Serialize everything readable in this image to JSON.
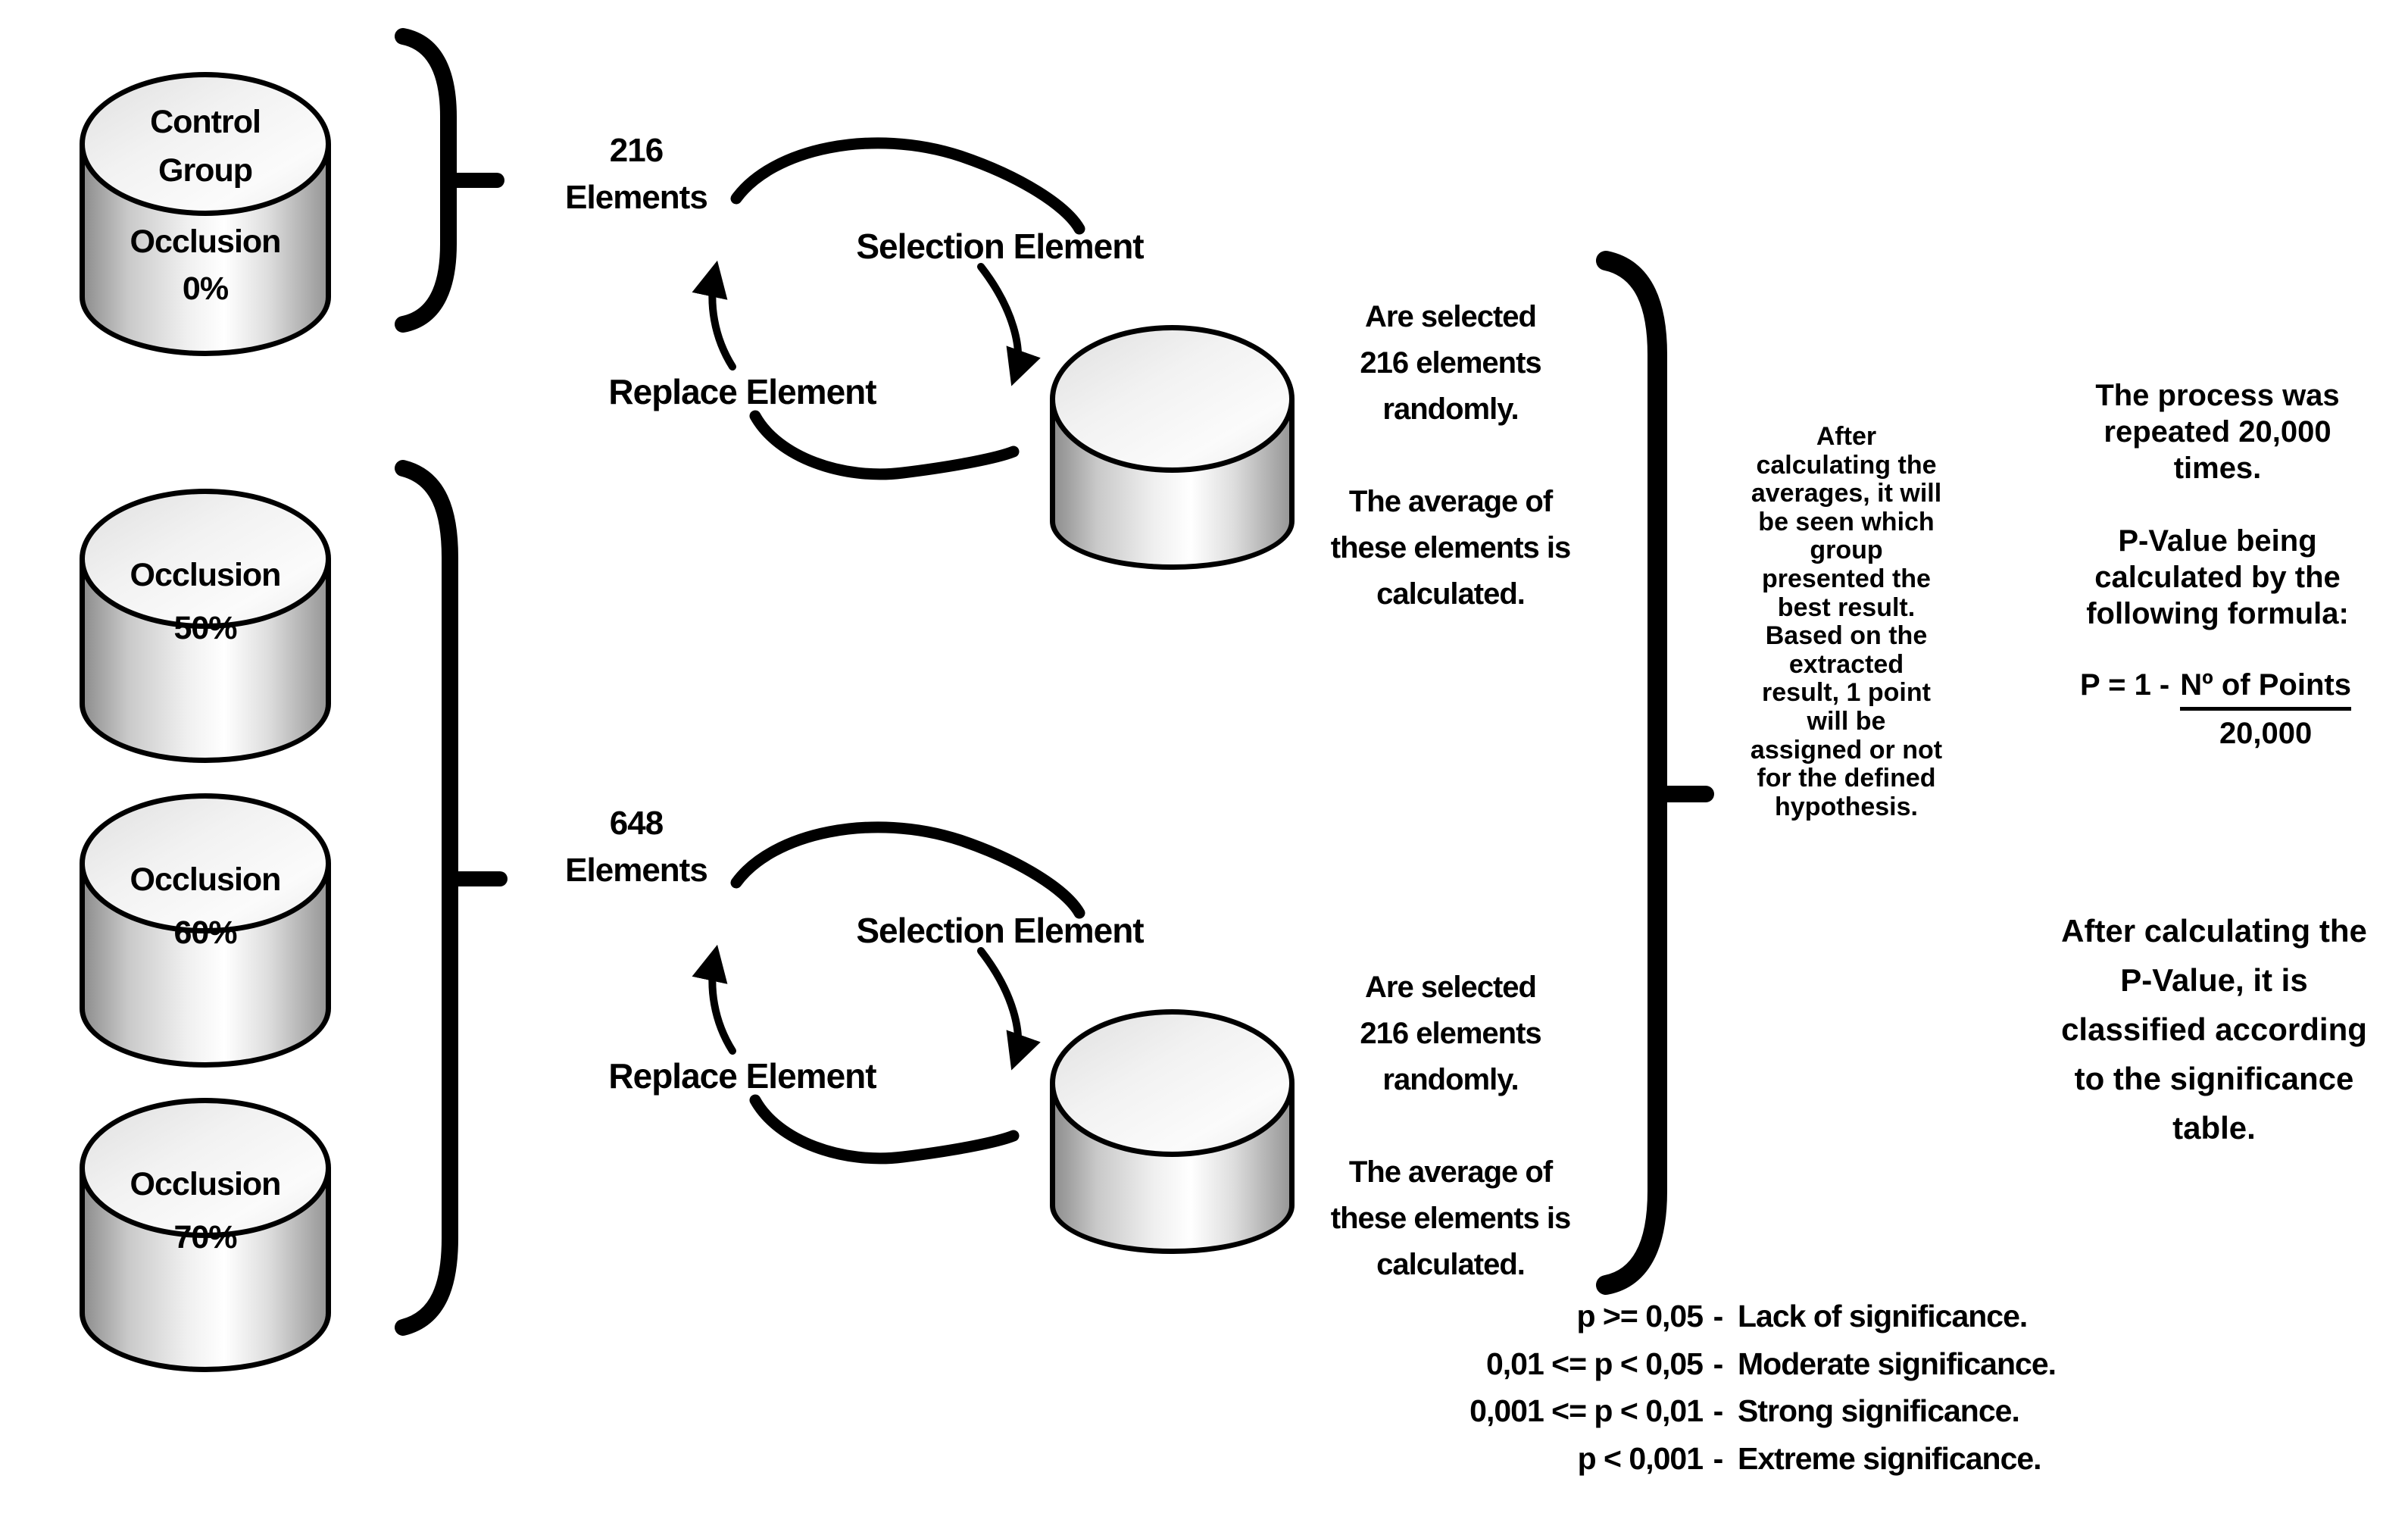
{
  "diagram": {
    "left_groups": {
      "control_cylinder": {
        "top_line1": "Control",
        "top_line2": "Group",
        "body_line1": "Occlusion",
        "body_line2": "0%"
      },
      "occ50_cylinder": {
        "line1": "Occlusion",
        "line2": "50%"
      },
      "occ60_cylinder": {
        "line1": "Occlusion",
        "line2": "60%"
      },
      "occ70_cylinder": {
        "line1": "Occlusion",
        "line2": "70%"
      }
    },
    "top_loop": {
      "elements_label": "216\nElements",
      "selection_label": "Selection Element",
      "replace_label": "Replace Element",
      "note": "Are selected\n216 elements\nrandomly.\n\nThe average of\nthese elements is\ncalculated."
    },
    "bottom_loop": {
      "elements_label": "648\nElements",
      "selection_label": "Selection Element",
      "replace_label": "Replace Element",
      "note": "Are selected\n216 elements\nrandomly.\n\nThe average of\nthese elements is\ncalculated."
    },
    "aggregation_note": "After\ncalculating the\naverages, it will\nbe seen which\ngroup\npresented the\nbest result.\nBased on the\nextracted\nresult, 1 point\nwill be\nassigned or not\nfor the defined\nhypothesis.",
    "process_notes": {
      "repetition": "The process was\nrepeated 20,000\ntimes.",
      "pvalue_intro": "P-Value being\ncalculated by the\nfollowing formula:",
      "formula_prefix": "P = 1 -",
      "formula_numerator": "Nº of Points",
      "formula_denominator": "20,000",
      "classification": "After calculating the\nP-Value, it is\nclassified according\nto the significance\ntable."
    },
    "significance_table": {
      "rows": [
        {
          "condition": "p >= 0,05",
          "separator": "-",
          "label": "Lack of significance."
        },
        {
          "condition": "0,01 <= p < 0,05",
          "separator": "-",
          "label": "Moderate significance."
        },
        {
          "condition": "0,001 <= p < 0,01",
          "separator": "-",
          "label": "Strong significance."
        },
        {
          "condition": "p < 0,001",
          "separator": "-",
          "label": "Extreme significance."
        }
      ]
    }
  },
  "colors": {
    "ink": "#000000",
    "background": "#ffffff",
    "cylinder_light": "#fbfbfb",
    "cylinder_mid": "#d9d9d9",
    "cylinder_dark": "#8f8f8f"
  }
}
